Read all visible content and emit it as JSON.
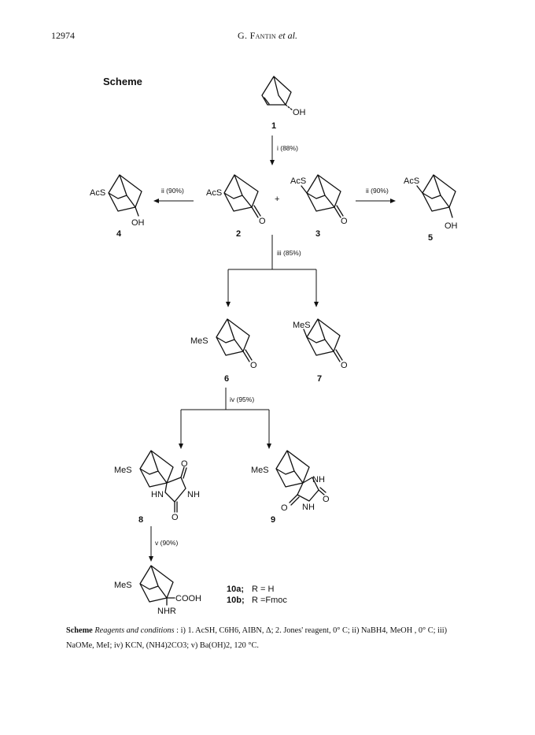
{
  "header": {
    "page_number": "12974",
    "author": "G. Fantin",
    "etal": "et al."
  },
  "scheme": {
    "title": "Scheme",
    "labels": {
      "oh": "OH",
      "acs": "AcS",
      "mes": "MeS",
      "o": "O",
      "hn": "HN",
      "nh": "NH",
      "cooh": "COOH",
      "nhr": "NHR",
      "plus": "+"
    },
    "compounds": {
      "c1": "1",
      "c2": "2",
      "c3": "3",
      "c4": "4",
      "c5": "5",
      "c6": "6",
      "c7": "7",
      "c8": "8",
      "c9": "9"
    },
    "conditions": {
      "step_i": "i (88%)",
      "step_ii_left": "ii (90%)",
      "step_ii_right": "ii (90%)",
      "step_iii": "iii (85%)",
      "step_iv": "iv (95%)",
      "step_v": "v (90%)"
    },
    "products": {
      "p10a_id": "10a;",
      "p10a_r": "R = H",
      "p10b_id": "10b;",
      "p10b_r": "R =Fmoc"
    }
  },
  "caption": {
    "title": "Scheme",
    "subtitle": "Reagents and conditions",
    "line1": " :  i) 1. AcSH, C6H6, AIBN, Δ; 2. Jones' reagent, 0° C;  ii) NaBH4, MeOH , 0° C;  iii)",
    "line2": "NaOMe, MeI;  iv) KCN, (NH4)2CO3;  v) Ba(OH)2, 120 °C."
  }
}
